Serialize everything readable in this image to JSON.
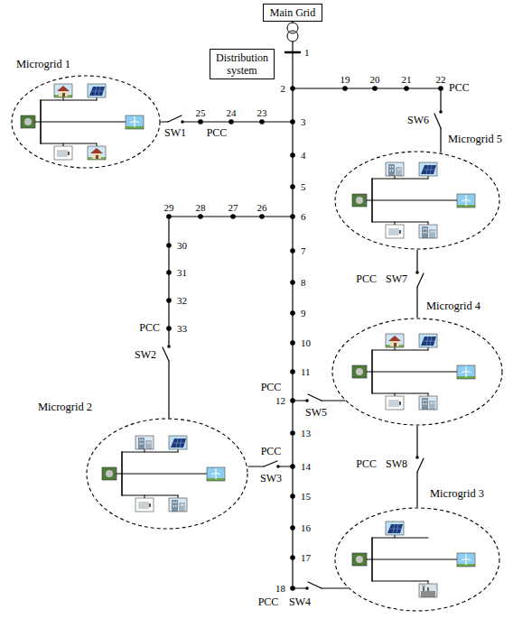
{
  "diagram": {
    "nodes": [
      {
        "text": [
          "Main Grid"
        ]
      },
      {
        "text": [
          "Distribution system"
        ]
      },
      {
        "text": [
          "Microgrid 1"
        ]
      },
      {
        "text": [
          "Microgrid 5"
        ]
      },
      {
        "text": [
          "Microgrid 4"
        ]
      },
      {
        "text": [
          "Microgrid 2"
        ]
      },
      {
        "text": [
          "Microgrid 3"
        ]
      }
    ],
    "edges": [
      {
        "from": 3,
        "to": 4,
        "arrow": "none"
      },
      {
        "from": 4,
        "to": 6,
        "arrow": "none"
      }
    ],
    "labels": [
      "1",
      "2",
      "19",
      "20",
      "21",
      "22",
      "PCC",
      "SW6",
      "3",
      "23",
      "24",
      "25",
      "PCC",
      "SW1",
      "4",
      "5",
      "6",
      "26",
      "27",
      "28",
      "29",
      "30",
      "31",
      "32",
      "33",
      "PCC",
      "SW2",
      "7",
      "8",
      "9",
      "10",
      "11",
      "PCC",
      "12",
      "SW5",
      "13",
      "PCC",
      "14",
      "SW3",
      "15",
      "16",
      "17",
      "18",
      "PCC",
      "SW4",
      "PCC",
      "SW7",
      "PCC",
      "SW8"
    ]
  }
}
